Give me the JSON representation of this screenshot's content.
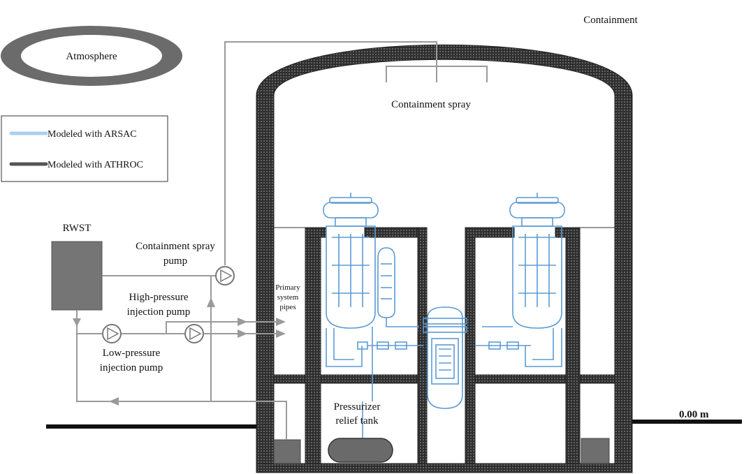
{
  "labels": {
    "containment": "Containment",
    "atmosphere": "Atmosphere",
    "containment_spray": "Containment spray",
    "legend_arsac": "Modeled with ARSAC",
    "legend_athroc": "Modeled with ATHROC",
    "rwst": "RWST",
    "containment_spray_pump_line1": "Containment spray",
    "containment_spray_pump_line2": "pump",
    "hp_injection_pump_line1": "High-pressure",
    "hp_injection_pump_line2": "injection pump",
    "lp_injection_pump_line1": "Low-pressure",
    "lp_injection_pump_line2": "injection pump",
    "primary_pipes_line1": "Primary",
    "primary_pipes_line2": "system",
    "primary_pipes_line3": "pipes",
    "pressurizer_relief_line1": "Pressurizer",
    "pressurizer_relief_line2": "relief tank",
    "elevation": "0.00 m"
  },
  "colors": {
    "arsac": "#a8d0f0",
    "athroc": "#555555",
    "wall_fill": "#333333",
    "rwst_fill": "#757575",
    "pipe": "#9a9a9a",
    "component": "#5b9bd5"
  }
}
